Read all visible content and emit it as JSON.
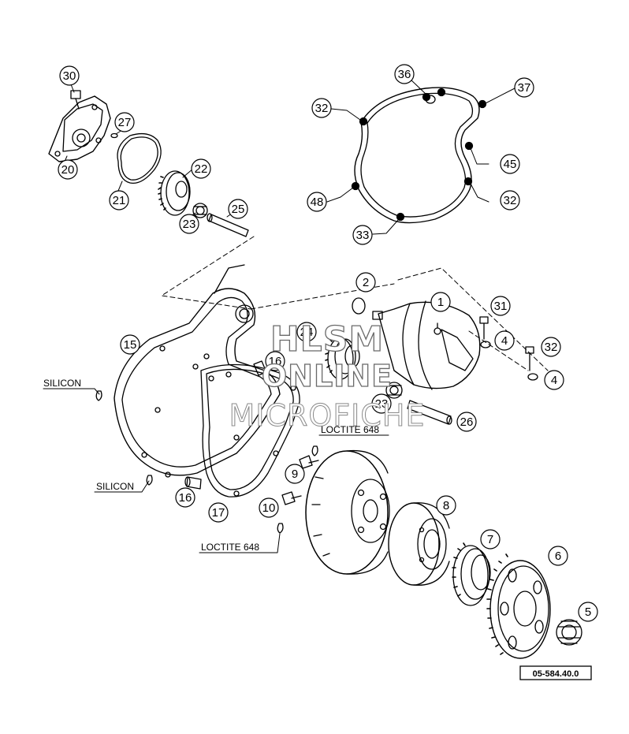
{
  "diagram": {
    "ref_code": "05-584.40.0",
    "watermark": [
      "HLSM",
      "ONLINE",
      "MICROFICHE"
    ],
    "callouts": {
      "c30": "30",
      "c27": "27",
      "c20": "20",
      "c21": "21",
      "c22": "22",
      "c23a": "23",
      "c25": "25",
      "c36": "36",
      "c37": "37",
      "c32a": "32",
      "c45": "45",
      "c48": "48",
      "c32b": "32",
      "c33": "33",
      "c2": "2",
      "c1": "1",
      "c31": "31",
      "c4a": "4",
      "c32c": "32",
      "c4b": "4",
      "c15": "15",
      "c24": "24",
      "c16a": "16",
      "c23b": "23",
      "c26": "26",
      "c9": "9",
      "c16b": "16",
      "c17": "17",
      "c10": "10",
      "c8": "8",
      "c7": "7",
      "c6": "6",
      "c5": "5"
    },
    "labels": {
      "silicon_top": "SILICON",
      "silicon_bottom": "SILICON",
      "loctite_top": "LOCTITE 648",
      "loctite_bottom": "LOCTITE 648"
    }
  }
}
